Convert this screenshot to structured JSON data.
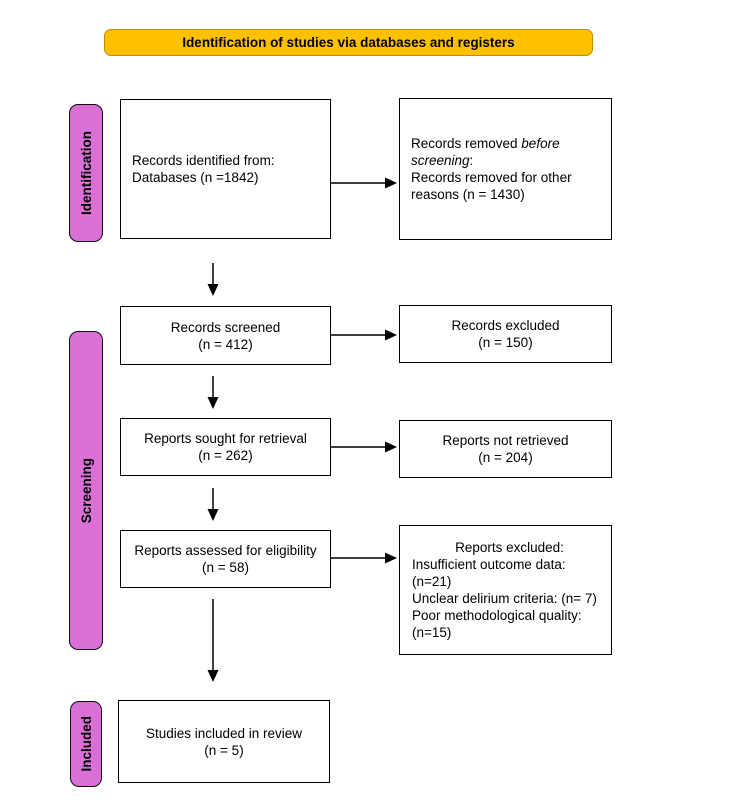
{
  "header": {
    "title": "Identification of studies via databases and registers"
  },
  "sidebar": {
    "identification": "Identification",
    "screening": "Screening",
    "included": "Included"
  },
  "boxes": {
    "records_identified": {
      "line1": "Records identified from:",
      "line2": "Databases (n =1842)"
    },
    "records_removed": {
      "line1_prefix": "Records removed ",
      "line1_italic": "before screening",
      "line1_suffix": ":",
      "line2": "Records removed for other reasons (n = 1430)"
    },
    "records_screened": {
      "line1": "Records screened",
      "line2": "(n = 412)"
    },
    "records_excluded": {
      "line1": "Records excluded",
      "line2": "(n = 150)"
    },
    "reports_sought": {
      "line1": "Reports sought for retrieval",
      "line2": "(n = 262)"
    },
    "reports_not_retrieved": {
      "line1": "Reports not retrieved",
      "line2": "(n = 204)"
    },
    "reports_assessed": {
      "line1": "Reports assessed for eligibility",
      "line2": "(n = 58)"
    },
    "reports_excluded": {
      "title": "Reports excluded:",
      "reasons": [
        "Insufficient outcome data: (n=21)",
        "Unclear delirium criteria: (n= 7)",
        "Poor methodological quality: (n=15)"
      ]
    },
    "studies_included": {
      "line1": "Studies included in review",
      "line2": "(n = 5)"
    }
  },
  "colors": {
    "header_bg": "#FFC000",
    "header_border": "#BF8F00",
    "sidebar_bg": "#DA70D6",
    "box_border": "#000000"
  }
}
